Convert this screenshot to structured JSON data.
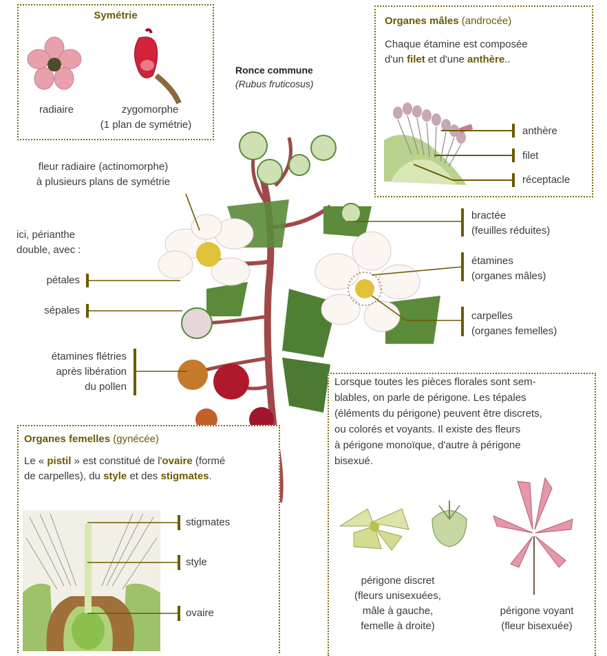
{
  "colors": {
    "accent": "#6b5a00",
    "line": "#6b5a00",
    "box_border": "#7a6a10"
  },
  "symetrie": {
    "title": "Symétrie",
    "radiaire": "radiaire",
    "zygomorphe": "zygomorphe",
    "zygomorphe_note": "(1 plan de symétrie)"
  },
  "ronce": {
    "name": "Ronce commune",
    "latin": "(Rubus fruticosus)"
  },
  "males": {
    "title": "Organes mâles",
    "title_suffix": " (androcée)",
    "text_1": "Chaque étamine est composée",
    "text_2a": "d'un ",
    "filet": "filet",
    "text_2b": " et d'une ",
    "anthere": "anthère",
    "text_2c": "..",
    "labels": [
      "anthère",
      "filet",
      "réceptacle"
    ]
  },
  "left_labels": {
    "radiaire_1": "fleur radiaire (actinomorphe)",
    "radiaire_2": "à plusieurs plans de symétrie",
    "perianthe_1": "ici, périanthe",
    "perianthe_2": "double, avec :",
    "petales": "pétales",
    "sepales": "sépales",
    "etamines_1": "étamines flétries",
    "etamines_2": "après libération",
    "etamines_3": "du pollen"
  },
  "right_labels": {
    "bractee_1": "bractée",
    "bractee_2": "(feuilles réduites)",
    "etamines_1": "étamines",
    "etamines_2": "(organes mâles)",
    "carpelles_1": "carpelles",
    "carpelles_2": "(organes femelles)"
  },
  "femelles": {
    "title": "Organes femelles",
    "title_suffix": " (gynécée)",
    "t1": "Le « ",
    "pistil": "pistil",
    "t2": " » est constitué de l'",
    "ovaire": "ovaire",
    "t3": " (formé",
    "t4": "de carpelles), du ",
    "style": "style",
    "t5": " et des ",
    "stigmates": "stigmates",
    "t6": ".",
    "labels": [
      "stigmates",
      "style",
      "ovaire"
    ]
  },
  "perigone": {
    "text_1": "Lorsque toutes les pièces florales sont sem-",
    "text_2": "blables, on parle de périgone. Les tépales",
    "text_3": "(éléments du périgone) peuvent être discrets,",
    "text_4": "ou colorés et voyants. Il existe des fleurs",
    "text_5": "à périgone monoïque, d'autre à périgone",
    "text_6": "bisexué.",
    "discret_1": "périgone discret",
    "discret_2": "(fleurs unisexuées,",
    "discret_3": "mâle à gauche,",
    "discret_4": "femelle à droite)",
    "voyant_1": "périgone voyant",
    "voyant_2": "(fleur bisexuée)"
  }
}
